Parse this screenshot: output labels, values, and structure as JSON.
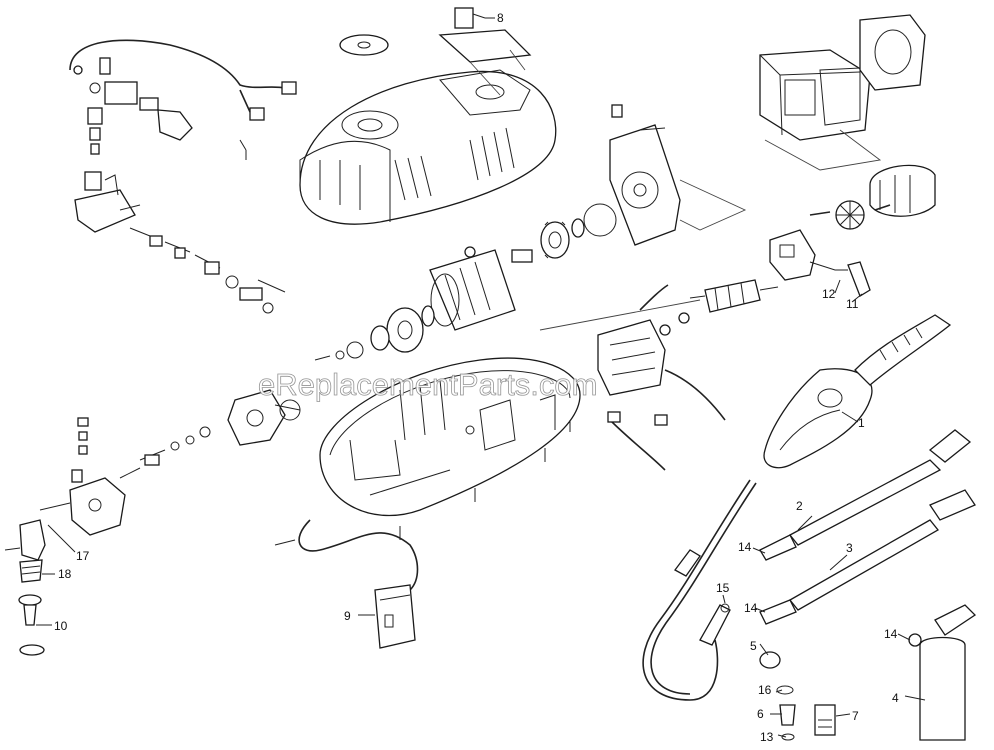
{
  "watermark": "eReplacementParts.com",
  "callouts": {
    "c1": "1",
    "c2": "2",
    "c3": "3",
    "c4": "4",
    "c5": "5",
    "c6": "6",
    "c7": "7",
    "c8": "8",
    "c9": "9",
    "c10": "10",
    "c11": "11",
    "c12": "12",
    "c13": "13",
    "c14a": "14",
    "c14b": "14",
    "c14c": "14",
    "c15": "15",
    "c16": "16",
    "c17": "17",
    "c18": "18"
  }
}
